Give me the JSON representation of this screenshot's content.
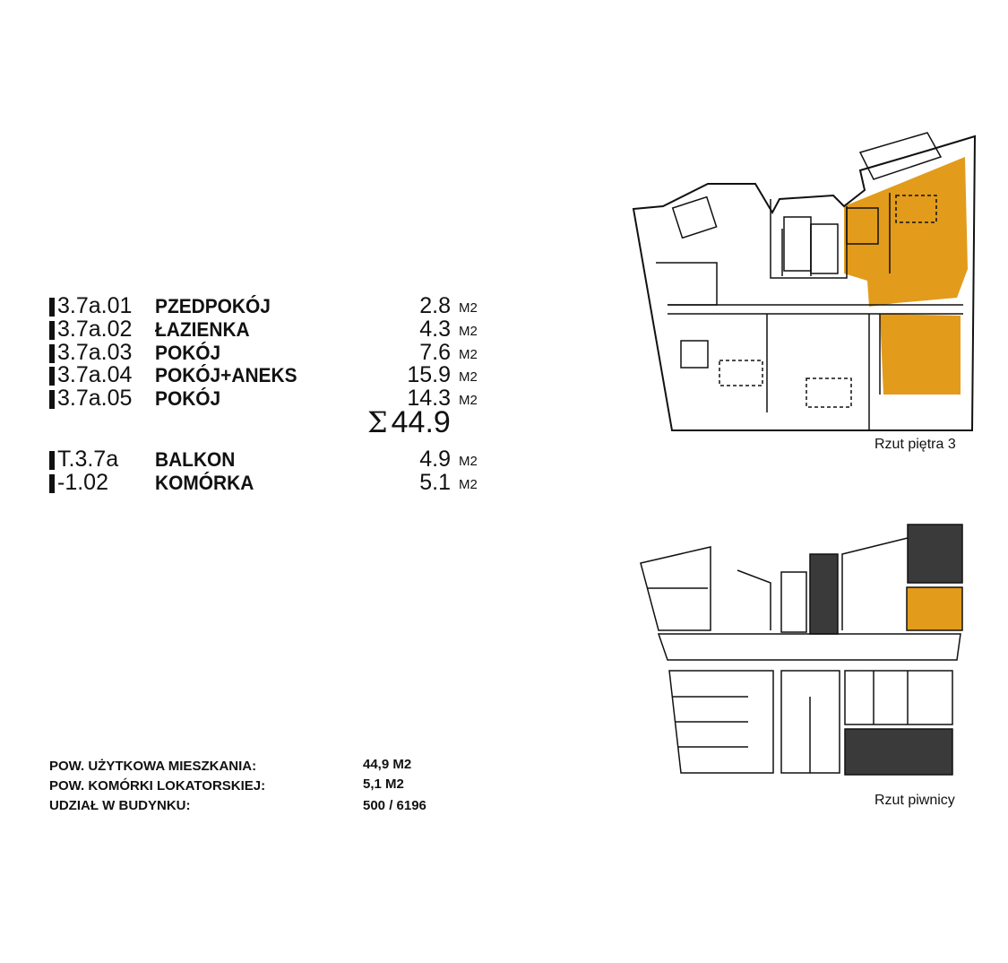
{
  "rooms": [
    {
      "code": "3.7a.01",
      "name": "PZEDPOKÓJ",
      "area": "2.8",
      "unit": "M2"
    },
    {
      "code": "3.7a.02",
      "name": "ŁAZIENKA",
      "area": "4.3",
      "unit": "M2"
    },
    {
      "code": "3.7a.03",
      "name": "POKÓJ",
      "area": "7.6",
      "unit": "M2"
    },
    {
      "code": "3.7a.04",
      "name": "POKÓJ+ANEKS",
      "area": "15.9",
      "unit": "M2"
    },
    {
      "code": "3.7a.05",
      "name": "POKÓJ",
      "area": "14.3",
      "unit": "M2"
    }
  ],
  "sum": {
    "symbol": "Σ",
    "value": "44.9"
  },
  "extras": [
    {
      "code": "T.3.7a",
      "name": "BALKON",
      "area": "4.9",
      "unit": "M2"
    },
    {
      "code": "-1.02",
      "name": "KOMÓRKA",
      "area": "5.1",
      "unit": "M2"
    }
  ],
  "summary": [
    {
      "label": "POW. UŻYTKOWA MIESZKANIA:",
      "value": "44,9 M2"
    },
    {
      "label": "POW. KOMÓRKI LOKATORSKIEJ:",
      "value": "5,1 M2"
    },
    {
      "label": "UDZIAŁ W BUDYNKU:",
      "value": "500 / 6196"
    }
  ],
  "plans": {
    "floor_label": "Rzut piętra 3",
    "basement_label": "Rzut piwnicy"
  },
  "colors": {
    "highlight": "#E39B1B",
    "line": "#111111",
    "hatch": "#3a3a3a"
  }
}
